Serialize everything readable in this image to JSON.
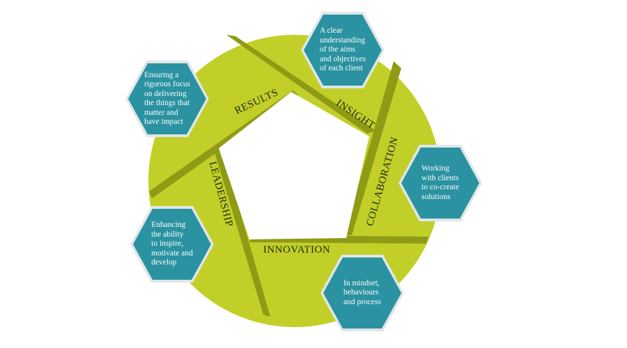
{
  "colors": {
    "ring": "#c2cf28",
    "ring_dark": "#8f9a15",
    "hexagon": "#2a92a0",
    "hexagon_border": "#dfe6e8",
    "label": "#1e2a12"
  },
  "segments": [
    {
      "id": "results",
      "label": "RESULTS"
    },
    {
      "id": "insight",
      "label": "INSIGHT"
    },
    {
      "id": "collaboration",
      "label": "COLLABORATION"
    },
    {
      "id": "innovation",
      "label": "INNOVATION"
    },
    {
      "id": "leadership",
      "label": "LEADERSHIP"
    }
  ],
  "callouts": [
    {
      "id": "results",
      "text": "Ensuring a\nrigorous focus\non delivering\nthe things that\nmatter and\nhave impact"
    },
    {
      "id": "insight",
      "text": "A clear\nunderstanding\nof  the aims\nand objectives\nof each client"
    },
    {
      "id": "collaboration",
      "text": "Working\nwith clients\nto co-create\nsolutions"
    },
    {
      "id": "innovation",
      "text": "In mindset,\nbehaviours\nand process"
    },
    {
      "id": "leadership",
      "text": "Enhancing\nthe ability\nto inspire,\nmotivate and\ndevelop"
    }
  ]
}
